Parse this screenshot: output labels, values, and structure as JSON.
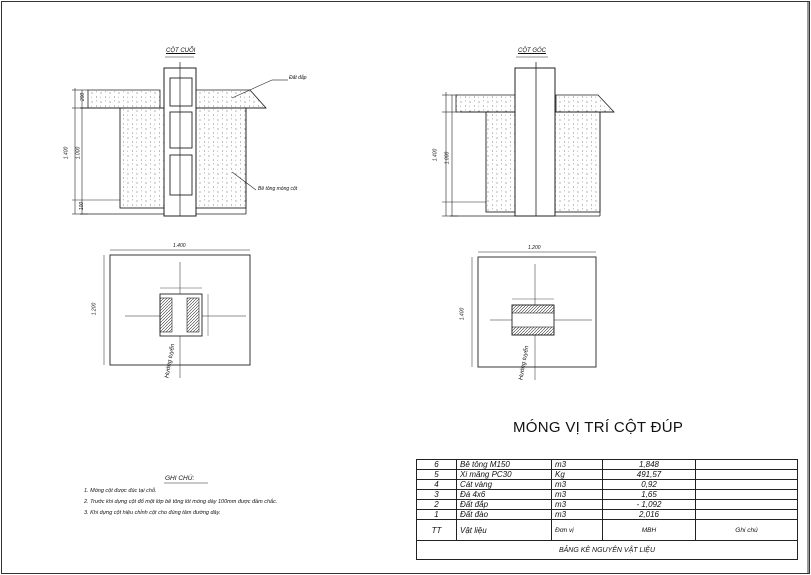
{
  "drawing": {
    "title": "MÓNG VỊ TRÍ CỘT ĐÚP",
    "left_detail": {
      "section_label": "CỘT CUỐI",
      "callout_soil": "Đất đắp",
      "callout_concrete": "Bê tông móng cột",
      "plan_dim_top": "1.400",
      "plan_dim_side": "1.200",
      "section_dim_total": "1.400",
      "section_dim_mid": "1.000",
      "section_dim_top": "200",
      "section_dim_bottom": "100",
      "route_label": "Hướng tuyến"
    },
    "right_detail": {
      "section_label": "CỘT GÓC",
      "plan_dim_top": "1.200",
      "plan_dim_side": "1.400",
      "section_dim_total": "1.400",
      "section_dim_mid": "1.000",
      "route_label": "Hướng tuyến"
    }
  },
  "notes": {
    "title": "GHI CHÚ:",
    "items": [
      "1. Móng cột được đúc tại chỗ.",
      "2. Trước khi dựng cột đổ một lớp bê tông lót móng dày 100mm được đầm chắc.",
      "3. Khi dựng cột hiệu chỉnh cột cho đúng tâm đường dây."
    ]
  },
  "bom_table": {
    "rows": [
      {
        "tt": "6",
        "material": "Bê tông M150",
        "unit": "m3",
        "qty": "1,848",
        "note": ""
      },
      {
        "tt": "5",
        "material": "Xi măng PC30",
        "unit": "Kg",
        "qty": "491,57",
        "note": ""
      },
      {
        "tt": "4",
        "material": "Cát vàng",
        "unit": "m3",
        "qty": "0,92",
        "note": ""
      },
      {
        "tt": "3",
        "material": "Đá 4x6",
        "unit": "m3",
        "qty": "1,65",
        "note": ""
      },
      {
        "tt": "2",
        "material": "Đất đắp",
        "unit": "m3",
        "qty": "- 1,092",
        "note": ""
      },
      {
        "tt": "1",
        "material": "Đất đào",
        "unit": "m3",
        "qty": "2,016",
        "note": ""
      }
    ],
    "header": {
      "tt": "TT",
      "material": "Vật liệu",
      "unit": "Đơn vị",
      "qty": "MBH",
      "note": "Ghi chú"
    },
    "caption": "BẢNG KÊ NGUYÊN VẬT LIỆU"
  }
}
